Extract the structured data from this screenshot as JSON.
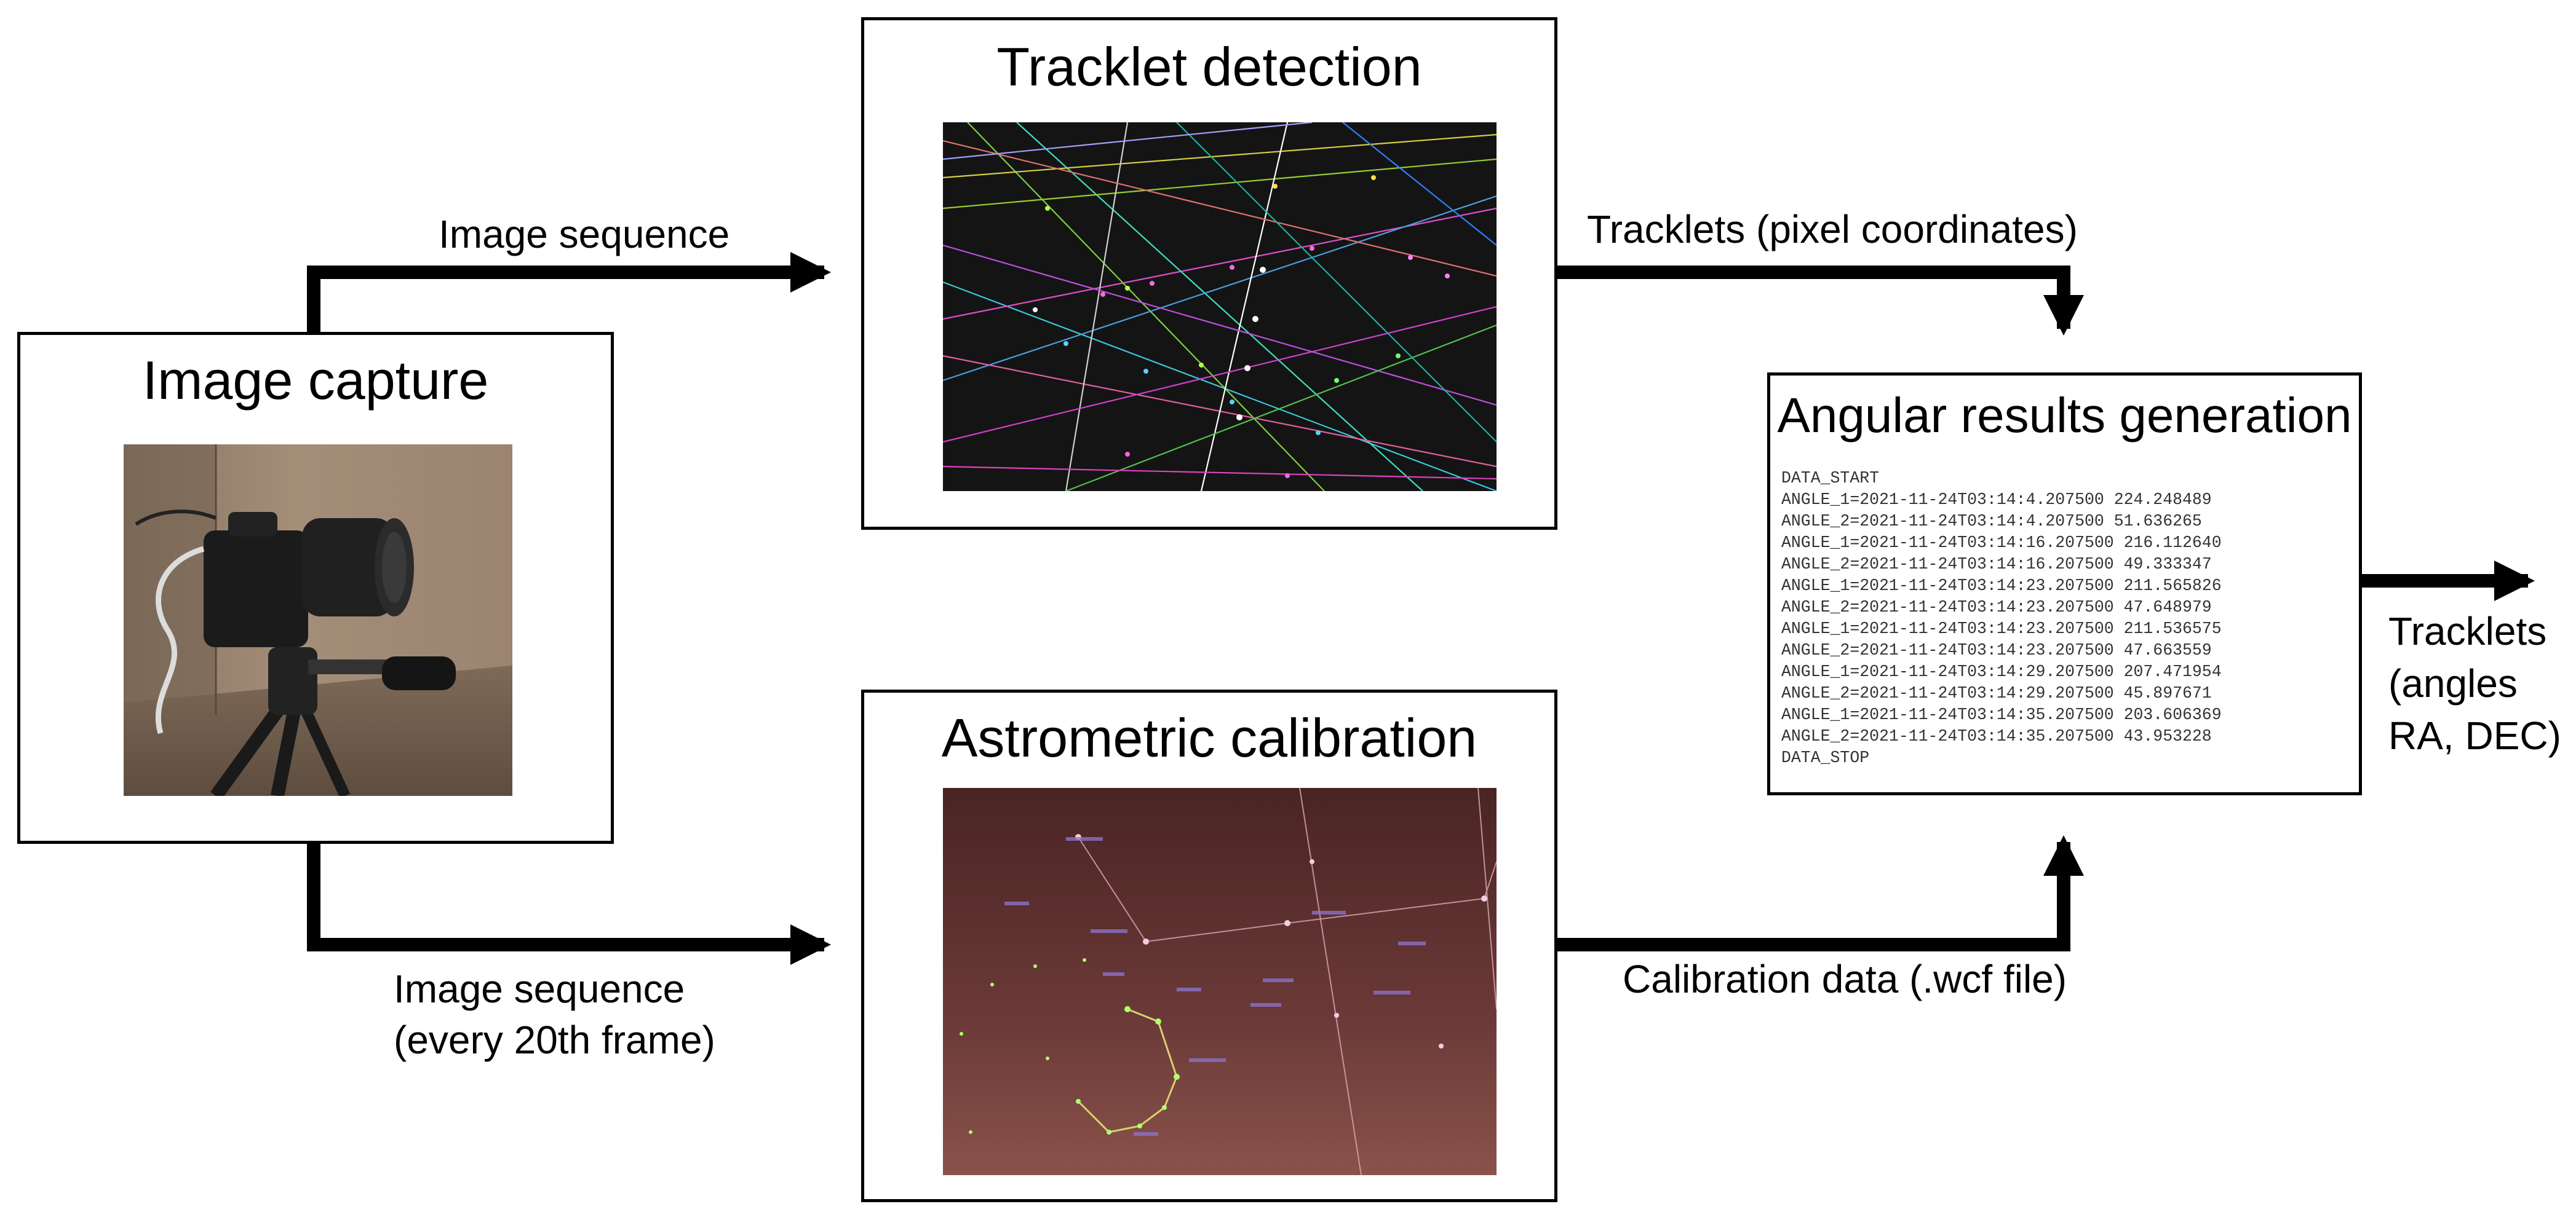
{
  "nodes": {
    "image_capture": {
      "title": "Image capture"
    },
    "tracklet_detection": {
      "title": "Tracklet detection"
    },
    "astrometric_calibration": {
      "title": "Astrometric calibration"
    },
    "angular_results": {
      "title": "Angular results generation"
    }
  },
  "edges": {
    "capture_to_detection": {
      "label": "Image sequence"
    },
    "capture_to_calibration": {
      "label_line1": "Image sequence",
      "label_line2": "(every 20th frame)"
    },
    "detection_to_results": {
      "label": "Tracklets (pixel coordinates)"
    },
    "calibration_to_results": {
      "label": "Calibration data (.wcf file)"
    },
    "results_output": {
      "label_line1": "Tracklets",
      "label_line2": "(angles",
      "label_line3": "RA, DEC)"
    }
  },
  "data_block": {
    "lines": [
      "DATA_START",
      "ANGLE_1=2021-11-24T03:14:4.207500 224.248489",
      "ANGLE_2=2021-11-24T03:14:4.207500 51.636265",
      "ANGLE_1=2021-11-24T03:14:16.207500 216.112640",
      "ANGLE_2=2021-11-24T03:14:16.207500 49.333347",
      "ANGLE_1=2021-11-24T03:14:23.207500 211.565826",
      "ANGLE_2=2021-11-24T03:14:23.207500 47.648979",
      "ANGLE_1=2021-11-24T03:14:23.207500 211.536575",
      "ANGLE_2=2021-11-24T03:14:23.207500 47.663559",
      "ANGLE_1=2021-11-24T03:14:29.207500 207.471954",
      "ANGLE_2=2021-11-24T03:14:29.207500 45.897671",
      "ANGLE_1=2021-11-24T03:14:35.207500 203.606369",
      "ANGLE_2=2021-11-24T03:14:35.207500 43.953228",
      "DATA_STOP"
    ]
  },
  "images": {
    "camera_photo": "camera-on-tripod-photo",
    "tracklet_image": "tracklet-detection-star-field",
    "calibration_image": "astrometric-calibration-star-field"
  }
}
